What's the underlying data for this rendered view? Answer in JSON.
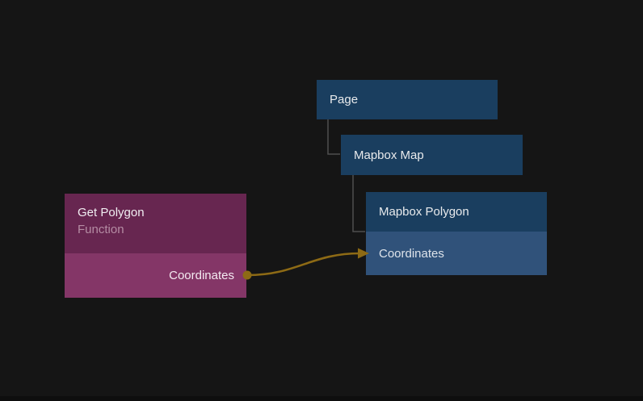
{
  "colors": {
    "canvas_bg": "#151515",
    "node_blue": "#1a3e5f",
    "node_blue_row": "#30527a",
    "node_purple_header": "#672650",
    "node_purple_body": "#843667",
    "wire_gold": "#8d6a15",
    "hierarchy_line": "#4f4f4f",
    "text_primary": "#e8eaec",
    "text_subtitle": "#b58da4"
  },
  "nodes": {
    "page": {
      "title": "Page"
    },
    "mapbox_map": {
      "title": "Mapbox Map"
    },
    "mapbox_polygon": {
      "title": "Mapbox Polygon",
      "input_label": "Coordinates"
    },
    "get_polygon": {
      "title": "Get Polygon",
      "subtitle": "Function",
      "output_label": "Coordinates"
    }
  }
}
